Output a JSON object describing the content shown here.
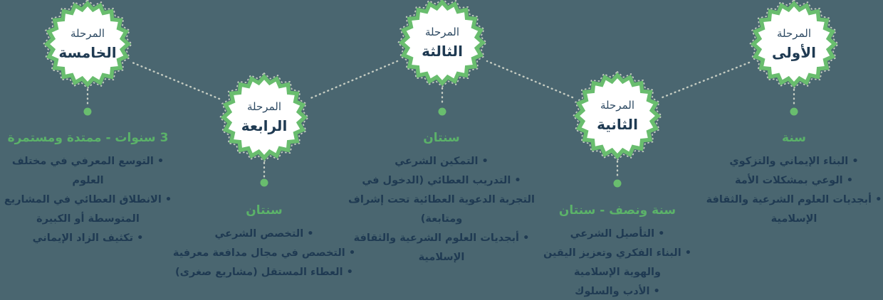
{
  "canvas": {
    "background": "#4a6670"
  },
  "colors": {
    "seal_green": "#69bd6e",
    "heading_green": "#5bb269",
    "navy_text": "#1f3a52",
    "badge_label_navy": "#2e4a63",
    "dotted_gray": "#c5ccc2",
    "badge_fill": "#ffffff"
  },
  "stages": [
    {
      "stage_label": "المرحلة",
      "name": "الأولى",
      "duration": "سنة",
      "bullets": [
        "البناء الإيماني والتزكوي",
        "الوعي بمشكلات الأمة",
        "أبجديات العلوم الشرعية والثقافة الإسلامية"
      ]
    },
    {
      "stage_label": "المرحلة",
      "name": "الثانية",
      "duration": "سنة ونصف - سنتان",
      "bullets": [
        "التأصيل الشرعي",
        "البناء الفكري وتعزيز اليقين والهوية الإسلامية",
        "الأدب والسلوك"
      ]
    },
    {
      "stage_label": "المرحلة",
      "name": "الثالثة",
      "duration": "سنتان",
      "bullets": [
        "التمكين الشرعي",
        "التدريب العطائي (الدخول في التجربة الدعوية العطائية تحت إشراف ومتابعة)",
        "أبجديات العلوم الشرعية والثقافة الإسلامية"
      ]
    },
    {
      "stage_label": "المرحلة",
      "name": "الرابعة",
      "duration": "سنتان",
      "bullets": [
        "التخصص الشرعي",
        "التخصص في مجال مدافعة معرفية",
        "العطاء المستقل (مشاريع صغرى)"
      ]
    },
    {
      "stage_label": "المرحلة",
      "name": "الخامسة",
      "duration": "3 سنوات - ممتدة ومستمرة",
      "bullets": [
        "التوسع المعرفي في مختلف العلوم",
        "الانطلاق العطائي في المشاريع المتوسطة أو الكبيرة",
        "تكثيف الزاد الإيماني"
      ]
    }
  ]
}
